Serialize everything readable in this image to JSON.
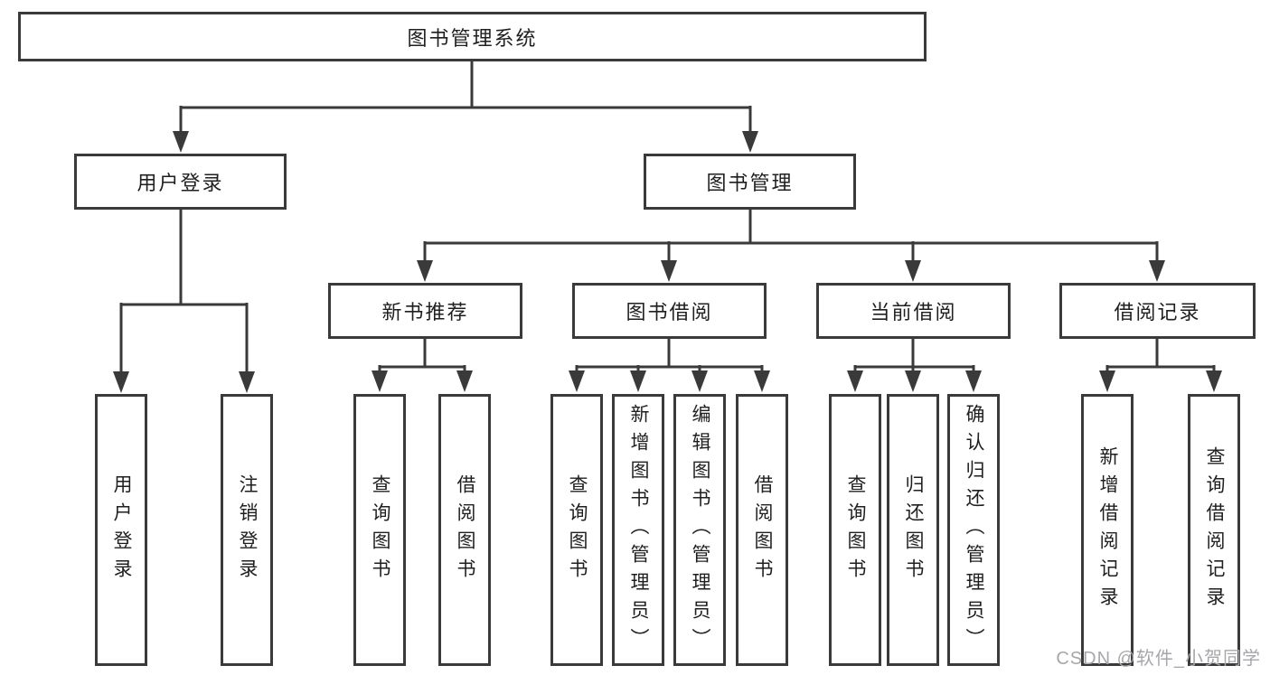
{
  "colors": {
    "line": "#3a3a3a",
    "text": "#1f1f1f",
    "watermark": "#a7a7ab",
    "background": "#ffffff"
  },
  "watermark": "CSDN @软件_小贺同学",
  "tree": {
    "label": "图书管理系统",
    "children": [
      {
        "label": "用户登录",
        "children": [
          {
            "label": "用户登录"
          },
          {
            "label": "注销登录"
          }
        ]
      },
      {
        "label": "图书管理",
        "children": [
          {
            "label": "新书推荐",
            "children": [
              {
                "label": "查询图书"
              },
              {
                "label": "借阅图书"
              }
            ]
          },
          {
            "label": "图书借阅",
            "children": [
              {
                "label": "查询图书"
              },
              {
                "label": "新增图书（管理员）"
              },
              {
                "label": "编辑图书（管理员）"
              },
              {
                "label": "借阅图书"
              }
            ]
          },
          {
            "label": "当前借阅",
            "children": [
              {
                "label": "查询图书"
              },
              {
                "label": "归还图书"
              },
              {
                "label": "确认归还（管理员）"
              }
            ]
          },
          {
            "label": "借阅记录",
            "children": [
              {
                "label": "新增借阅记录"
              },
              {
                "label": "查询借阅记录"
              }
            ]
          }
        ]
      }
    ]
  }
}
